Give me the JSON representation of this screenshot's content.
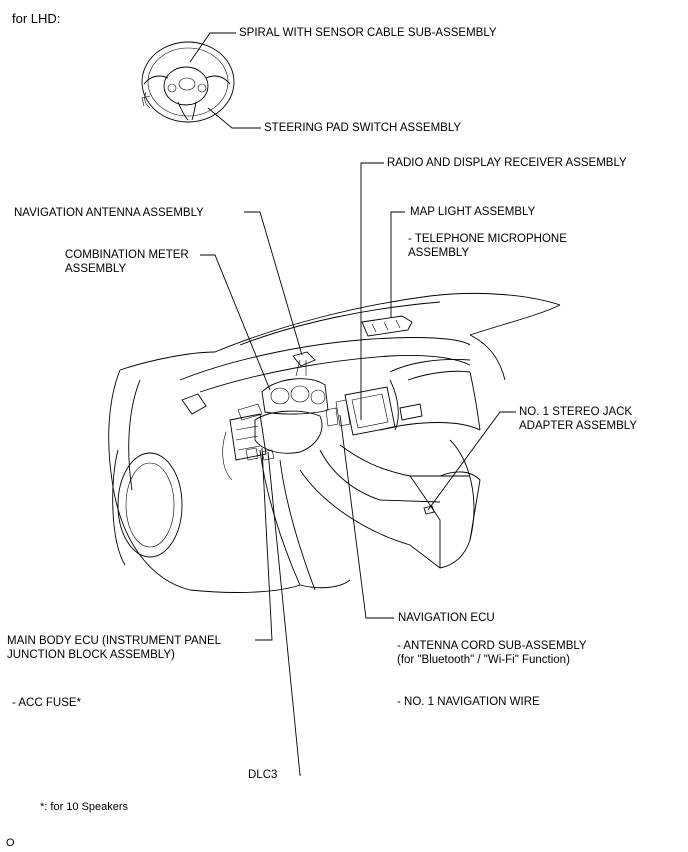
{
  "header": {
    "variant": "for LHD:"
  },
  "labels": {
    "spiral": "SPIRAL WITH SENSOR CABLE SUB-ASSEMBLY",
    "steering_pad": "STEERING PAD SWITCH ASSEMBLY",
    "radio": "RADIO AND DISPLAY RECEIVER ASSEMBLY",
    "nav_antenna": "NAVIGATION ANTENNA ASSEMBLY",
    "map_light": "MAP LIGHT ASSEMBLY",
    "telephone_mic_1": "- TELEPHONE MICROPHONE",
    "telephone_mic_2": "ASSEMBLY",
    "combination_meter_1": "COMBINATION METER",
    "combination_meter_2": "ASSEMBLY",
    "stereo_jack_1": "NO. 1 STEREO JACK",
    "stereo_jack_2": "ADAPTER ASSEMBLY",
    "navigation_ecu": "NAVIGATION ECU",
    "antenna_cord_1": "- ANTENNA CORD SUB-ASSEMBLY",
    "antenna_cord_2": "(for \"Bluetooth\" / \"Wi-Fi\" Function)",
    "nav_wire": "- NO. 1 NAVIGATION WIRE",
    "main_body_1": "MAIN BODY ECU (INSTRUMENT PANEL",
    "main_body_2": "JUNCTION BLOCK ASSEMBLY)",
    "acc_fuse": "- ACC FUSE*",
    "dlc3": "DLC3"
  },
  "footnote": "*: for 10 Speakers",
  "corner_mark": "O"
}
